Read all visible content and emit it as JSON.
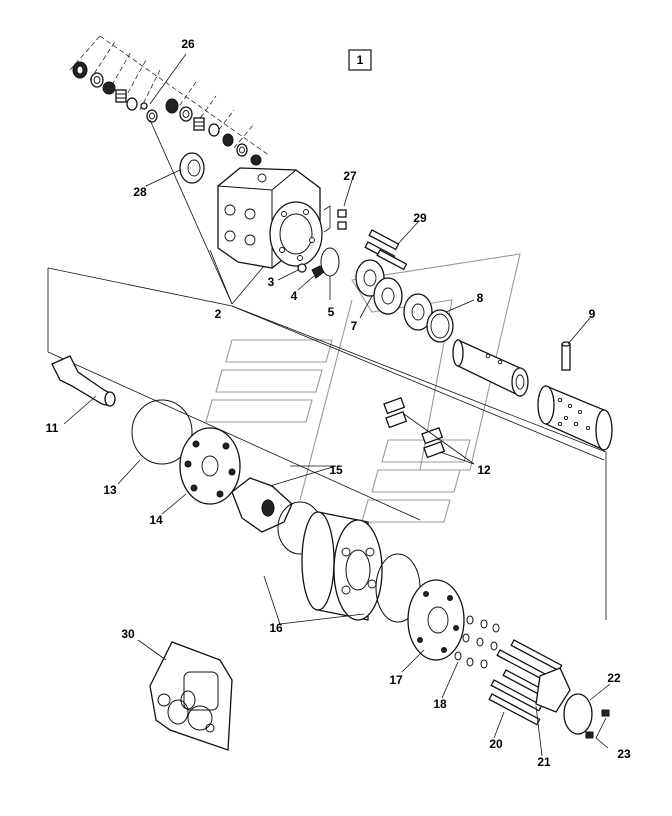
{
  "diagram": {
    "group_number": "1",
    "callouts": [
      "2",
      "3",
      "4",
      "5",
      "7",
      "8",
      "9",
      "11",
      "12",
      "13",
      "14",
      "15",
      "16",
      "17",
      "18",
      "20",
      "21",
      "22",
      "23",
      "26",
      "27",
      "28",
      "29",
      "30"
    ]
  }
}
